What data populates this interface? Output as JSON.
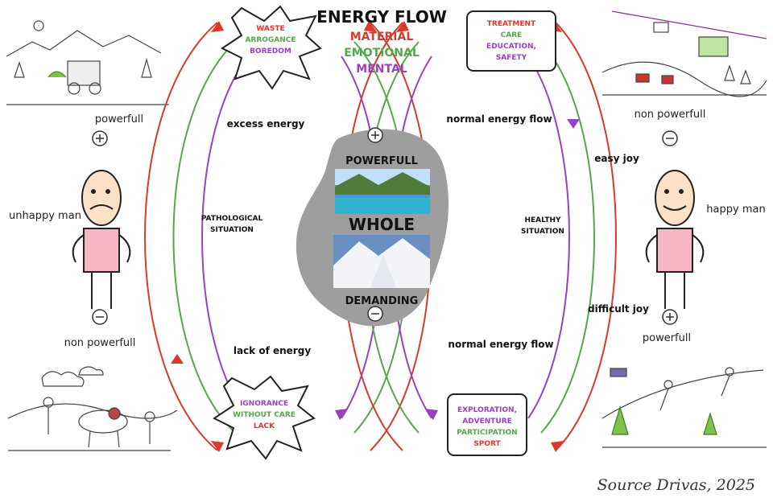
{
  "title": "ENERGY FLOW",
  "subtitle": [
    "MATERIAL",
    "EMOTIONAL",
    "MENTAL"
  ],
  "colors": {
    "red": "#d93a2b",
    "green": "#55a84a",
    "purple": "#9b3fc4",
    "blob": "#9e9e9e",
    "skin": "#fde1c7",
    "shirt": "#f6b6c4"
  },
  "center": {
    "top": "POWERFULL",
    "whole": "WHOLE",
    "bottom": "DEMANDING"
  },
  "top_left_box": [
    "WASTE",
    "ARROGANCE",
    "BOREDOM"
  ],
  "top_right_box": [
    "TREATMENT",
    "CARE",
    "EDUCATION,",
    "SAFETY"
  ],
  "bottom_left_box": [
    "IGNORANCE",
    "WITHOUT CARE",
    "LACK"
  ],
  "bottom_right_box": [
    "EXPLORATION,",
    "ADVENTURE",
    "PARTICIPATION",
    "SPORT"
  ],
  "labels": {
    "excess_energy": "excess energy",
    "lack_energy": "lack of energy",
    "normal_top": "normal energy flow",
    "normal_bottom": "normal energy flow",
    "easy_joy": "easy joy",
    "difficult_joy": "difficult joy",
    "pathological": [
      "PATHOLOGICAL",
      "SITUATION"
    ],
    "healthy": [
      "HEALTHY",
      "SITUATION"
    ]
  },
  "left": {
    "top": "powerfull",
    "person": "unhappy man",
    "bottom": "non powerfull"
  },
  "right": {
    "top": "non powerfull",
    "person": "happy man",
    "bottom": "powerfull"
  },
  "source": "Source Drivas, 2025"
}
